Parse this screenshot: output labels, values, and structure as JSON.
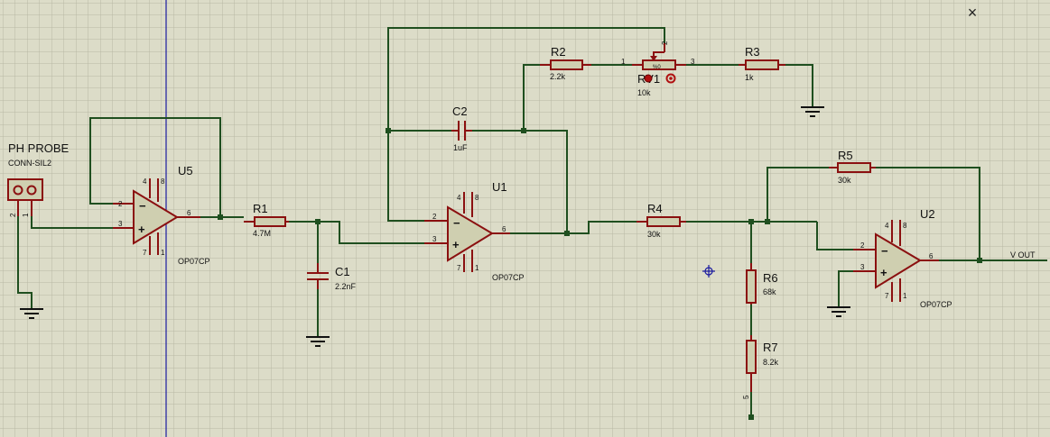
{
  "components": {
    "probe": {
      "name": "PH PROBE",
      "part": "CONN-SIL2",
      "pins": [
        "2",
        "1"
      ]
    },
    "u5": {
      "ref": "U5",
      "part": "OP07CP",
      "pins": {
        "inv": "2",
        "noninv": "3",
        "out": "6",
        "p4": "4",
        "p8": "8",
        "p7": "7",
        "p1": "1"
      }
    },
    "u1": {
      "ref": "U1",
      "part": "OP07CP",
      "pins": {
        "inv": "2",
        "noninv": "3",
        "out": "6",
        "p4": "4",
        "p8": "8",
        "p7": "7",
        "p1": "1"
      }
    },
    "u2": {
      "ref": "U2",
      "part": "OP07CP",
      "pins": {
        "inv": "2",
        "noninv": "3",
        "out": "6",
        "p4": "4",
        "p8": "8",
        "p7": "7",
        "p1": "1"
      }
    },
    "r1": {
      "ref": "R1",
      "value": "4.7M"
    },
    "c1": {
      "ref": "C1",
      "value": "2.2nF"
    },
    "c2": {
      "ref": "C2",
      "value": "1uF"
    },
    "r2": {
      "ref": "R2",
      "value": "2.2k"
    },
    "rv1": {
      "ref": "RV1",
      "value": "10k",
      "marking": "%0",
      "pins": {
        "p1": "1",
        "p2": "2",
        "p3": "3"
      }
    },
    "r3": {
      "ref": "R3",
      "value": "1k"
    },
    "r4": {
      "ref": "R4",
      "value": "30k"
    },
    "r5": {
      "ref": "R5",
      "value": "30k"
    },
    "r6": {
      "ref": "R6",
      "value": "68k"
    },
    "r7": {
      "ref": "R7",
      "value": "8.2k",
      "pin": "5"
    }
  },
  "net_labels": {
    "vout": "V OUT"
  },
  "signs": {
    "minus": "−",
    "plus": "+"
  },
  "window": {
    "close_glyph": "×"
  },
  "colors": {
    "background": "#dcdcc8",
    "grid": "#b8b8a4",
    "wire": "#1f4f1f",
    "component": "#8b1010",
    "component_fill": "#cfcfb0",
    "cursor_line": "#1a1aa0"
  }
}
